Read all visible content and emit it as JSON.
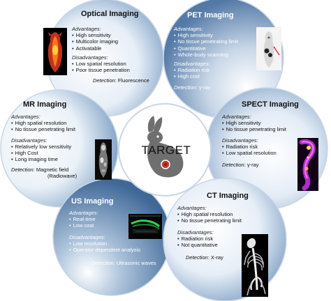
{
  "center": {
    "label": "TARGET"
  },
  "modalities": {
    "optical": {
      "title": "Optical Imaging",
      "adv_label": "Advantages:",
      "advantages": [
        "High sensitivity",
        "Multicolor imaging",
        "Activatable"
      ],
      "dis_label": "Disadvantages:",
      "disadvantages": [
        "Low spatial resolution",
        "Poor tissue penetration"
      ],
      "det_label": "Detection",
      "detection": ": Fluorescence"
    },
    "pet": {
      "title": "PET Imaging",
      "adv_label": "Advantages:",
      "advantages": [
        "High sensitivity",
        "No tissue penetrating limit",
        "Quantitative",
        "Whole-body scanning"
      ],
      "dis_label": "Disadvantages:",
      "disadvantages": [
        "Radiation risk",
        "High cost"
      ],
      "det_label": "Detection",
      "detection": ": γ-ray"
    },
    "mr": {
      "title": "MR Imaging",
      "adv_label": "Advantages:",
      "advantages": [
        "High spatial resolution",
        "No tissue penetrating limit"
      ],
      "dis_label": "Disadvantages:",
      "disadvantages": [
        "Relatively low sensitivity",
        "High Cost",
        "Long imaging time"
      ],
      "det_label": "Detection",
      "detection": ": Magnetic field",
      "detection2": "(Radiowave)"
    },
    "spect": {
      "title": "SPECT Imaging",
      "adv_label": "Advantages:",
      "advantages": [
        "High sensitivity",
        "No tissue penetrating limit"
      ],
      "dis_label": "Disadvantages:",
      "disadvantages": [
        "Radiation risk",
        "Low spatial resolution"
      ],
      "det_label": "Detection",
      "detection": ": γ-ray"
    },
    "us": {
      "title": "US Imaging",
      "adv_label": "Advantages:",
      "advantages": [
        "Real-time",
        "Low cost"
      ],
      "dis_label": "Disadvantages:",
      "disadvantages": [
        "Low resolution",
        "Operator dependent analysis"
      ],
      "det_label": "Detection",
      "detection": ": Ultrasonic waves"
    },
    "ct": {
      "title": "CT Imaging",
      "adv_label": "Advantages:",
      "advantages": [
        "High spatial resolution",
        "No tissue penetrating limit"
      ],
      "dis_label": "Disadvantages:",
      "disadvantages": [
        "Radiation risk",
        "Not quantitative"
      ],
      "det_label": "Detection",
      "detection": ": X-ray"
    }
  },
  "colors": {
    "circle_light": "#eef3f8",
    "circle_dark": "#5d87b4",
    "circle_stroke": "#c9d6e4",
    "rabbit": "#6f6f6f",
    "target_dot": "#c0392b"
  }
}
